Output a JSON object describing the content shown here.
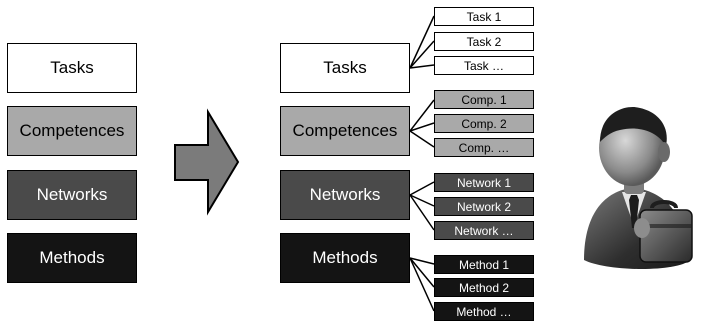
{
  "colors": {
    "tasks": "#ffffff",
    "competences": "#a9a9a9",
    "networks": "#4a4a4a",
    "methods": "#141414",
    "arrow": "#7b7b7b"
  },
  "left_column": {
    "tasks": "Tasks",
    "competences": "Competences",
    "networks": "Networks",
    "methods": "Methods"
  },
  "right_column": {
    "tasks": {
      "label": "Tasks",
      "items": [
        "Task 1",
        "Task 2",
        "Task …"
      ]
    },
    "competences": {
      "label": "Competences",
      "items": [
        "Comp. 1",
        "Comp. 2",
        "Comp. …"
      ]
    },
    "networks": {
      "label": "Networks",
      "items": [
        "Network 1",
        "Network 2",
        "Network …"
      ]
    },
    "methods": {
      "label": "Methods",
      "items": [
        "Method 1",
        "Method 2",
        "Method …"
      ]
    }
  },
  "icons": {
    "arrow": "right-arrow-icon",
    "person": "businessman-icon"
  }
}
